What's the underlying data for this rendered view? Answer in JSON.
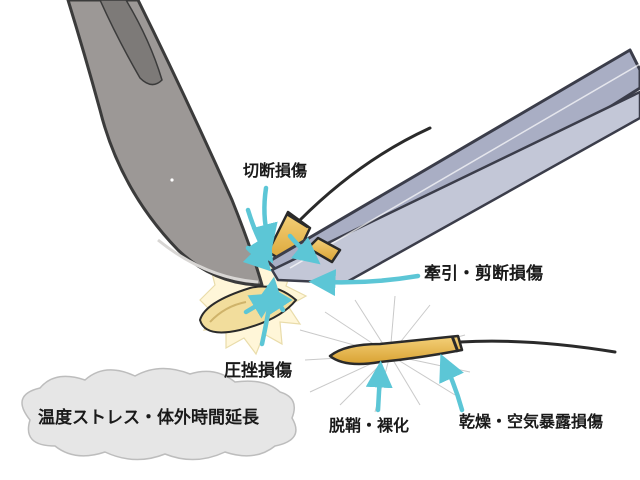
{
  "labels": {
    "cut_injury": "切断損傷",
    "traction_shear_injury": "牽引・剪断損傷",
    "crush_injury": "圧挫損傷",
    "thermal_stress": "温度ストレス・体外時間延長",
    "sheath_loss": "脱鞘・裸化",
    "dry_air_exposure": "乾燥・空気暴露損傷"
  },
  "icons": [
    "scalpel-icon",
    "forceps-icon",
    "hair-graft-icon",
    "arrow-icon",
    "cloud-icon",
    "burst-icon"
  ],
  "colors": {
    "arrow": "#5cc6d6",
    "graft": "#e9b94a",
    "hair": "#2a2a2a",
    "scalpel": "#9c9896",
    "forceps": "#a9aec4",
    "cloud": "#e6e6e6"
  }
}
